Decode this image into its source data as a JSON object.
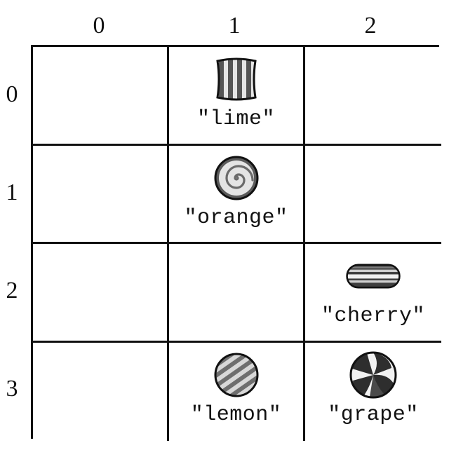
{
  "columns": [
    "0",
    "1",
    "2"
  ],
  "rows": [
    "0",
    "1",
    "2",
    "3"
  ],
  "candies": {
    "lime": {
      "label": "\"lime\"",
      "icon": "striped-square-candy-icon"
    },
    "orange": {
      "label": "\"orange\"",
      "icon": "swirl-round-candy-icon"
    },
    "cherry": {
      "label": "\"cherry\"",
      "icon": "striped-capsule-candy-icon"
    },
    "lemon": {
      "label": "\"lemon\"",
      "icon": "striped-ball-candy-icon"
    },
    "grape": {
      "label": "\"grape\"",
      "icon": "pinwheel-peppermint-candy-icon"
    }
  },
  "colors": {
    "ink": "#111111",
    "dark_fill": "#3a3a3a",
    "mid_fill": "#8a8a8a",
    "light_fill": "#d6d6d6"
  }
}
